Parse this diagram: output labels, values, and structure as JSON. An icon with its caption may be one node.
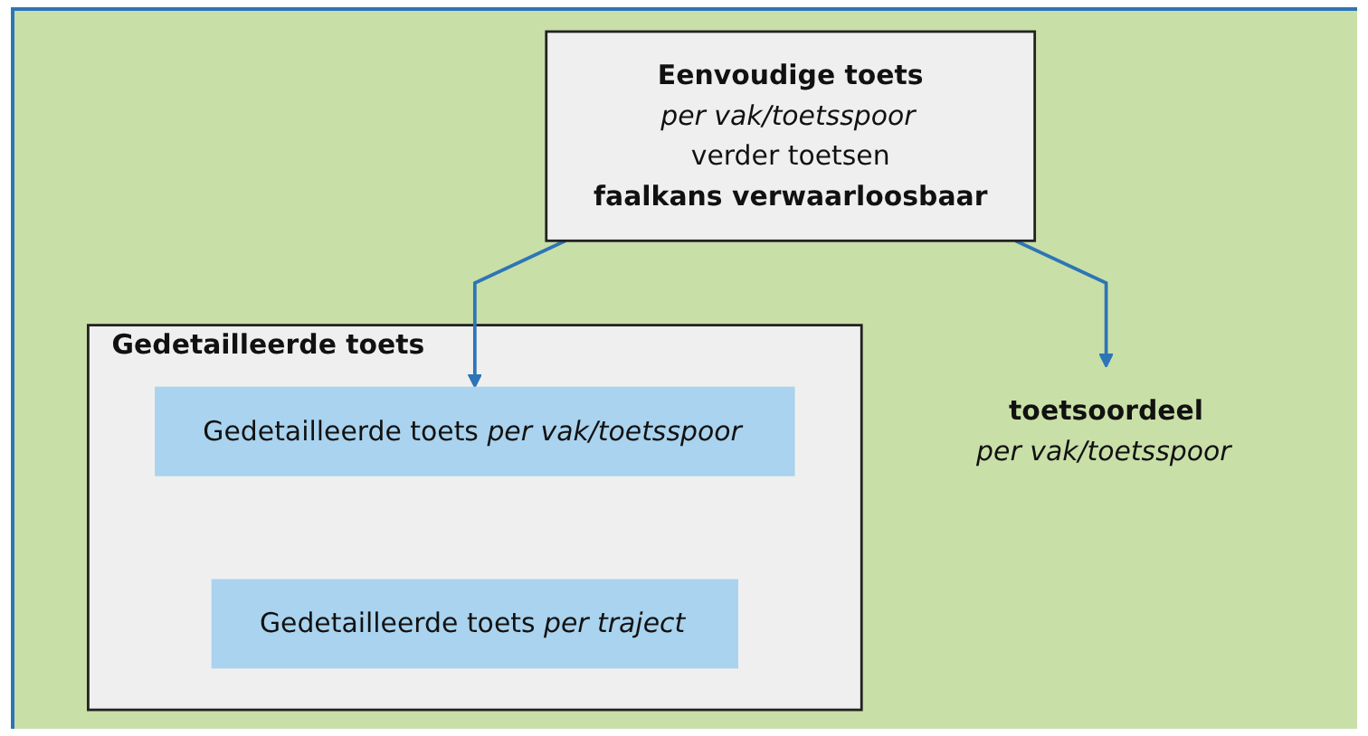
{
  "diagram": {
    "nodes": [
      {
        "text": [
          "Eenvoudige toets",
          "per vak/toetsspoor",
          "verder toetsen",
          "faalkans verwaarloosbaar"
        ]
      },
      {
        "text": [
          "Gedetailleerde toets"
        ]
      },
      {
        "text": [
          "Gedetailleerde toets *per vak/toetsspoor*"
        ],
        "in": 1
      },
      {
        "text": [
          "Gedetailleerde toets *per traject*"
        ],
        "in": 1
      },
      {
        "text": [
          "toetsoordeel",
          "per vak/toetsspoor"
        ]
      }
    ],
    "edges": [
      {
        "from": 0,
        "to": 2,
        "arrow": "to"
      },
      {
        "from": 0,
        "to": 4,
        "arrow": "to"
      }
    ]
  }
}
